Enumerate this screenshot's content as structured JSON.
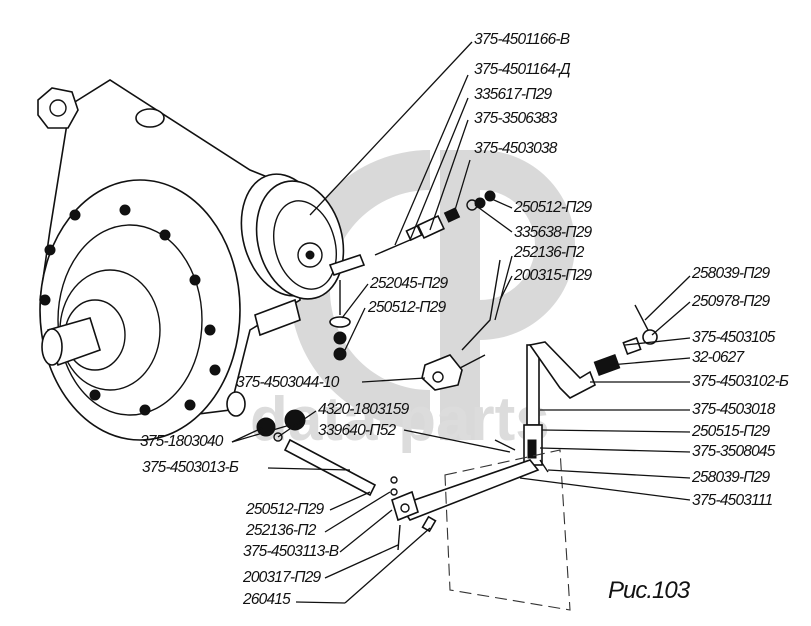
{
  "figure": {
    "caption": "Рис.103",
    "watermark_text": "data-parts"
  },
  "labels": {
    "top_right": [
      "375-4501166-В",
      "375-4501164-Д",
      "335617-П29",
      "375-3506383",
      "375-4503038"
    ],
    "mid_upper": [
      "250512-П29",
      "335638-П29",
      "252136-П2",
      "200315-П29"
    ],
    "under_drum": [
      "252045-П29",
      "250512-П29"
    ],
    "right_column": [
      "258039-П29",
      "250978-П29",
      "375-4503105",
      "32-0627",
      "375-4503102-Б",
      "375-4503018",
      "250515-П29",
      "375-3508045",
      "258039-П29",
      "375-4503111"
    ],
    "center_left": [
      "375-4503044-10",
      "4320-1803159",
      "339640-П52"
    ],
    "left_lower": [
      "375-1803040",
      "375-4503013-Б"
    ],
    "bottom_left": [
      "250512-П29",
      "252136-П2",
      "375-4503113-В",
      "200317-П29",
      "260415"
    ]
  }
}
